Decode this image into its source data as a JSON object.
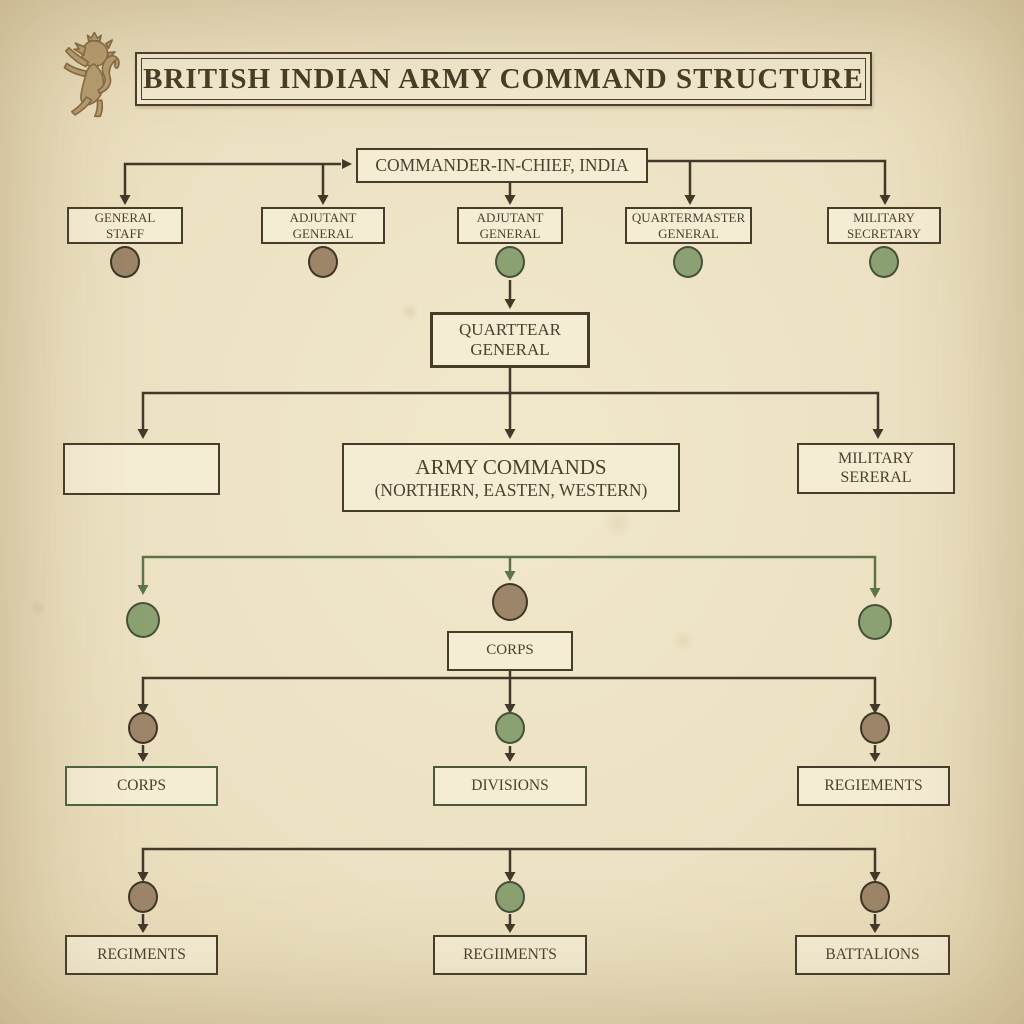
{
  "header": {
    "title": "BRITISH INDIAN ARMY COMMAND STRUCTURE",
    "crest": "lion-rampant-crest"
  },
  "org": {
    "root": "COMMANDER-IN-CHIEF, INDIA",
    "staff": [
      {
        "label": "GENERAL\nSTAFF",
        "dot": "brown"
      },
      {
        "label": "ADJUTANT\nGENERAL",
        "dot": "brown"
      },
      {
        "label": "ADJUTANT\nGENERAL",
        "dot": "green"
      },
      {
        "label": "QUARTERMASTER\nGENERAL",
        "dot": "green"
      },
      {
        "label": "MILITARY\nSECRETARY",
        "dot": "green"
      }
    ],
    "quarttear": "QUARTTEAR\nGENERAL",
    "commands": {
      "left": "",
      "center_line1": "ARMY COMMANDS",
      "center_line2": "(NORTHERN, EASTEN, WESTERN)",
      "right": "MILITARY\nSERERAL"
    },
    "command_dots": [
      "green",
      "brown",
      "green"
    ],
    "corps_hub": "CORPS",
    "formations": [
      "CORPS",
      "DIVISIONS",
      "REGIEMENTS"
    ],
    "formation_dots": [
      "brown",
      "green",
      "brown"
    ],
    "units": [
      "REGIMENTS",
      "REGIIMENTS",
      "BATTALIONS"
    ],
    "unit_dots": [
      "brown",
      "green",
      "brown"
    ]
  },
  "colors": {
    "background": "#ece1c2",
    "box_fill": "#f4ecd3",
    "line_dark": "#42392a",
    "line_green": "#5d7448",
    "dot_brown": "#9c8568",
    "dot_green": "#8ba172",
    "text": "#4a4230",
    "crest_tan": "#b69c70"
  }
}
